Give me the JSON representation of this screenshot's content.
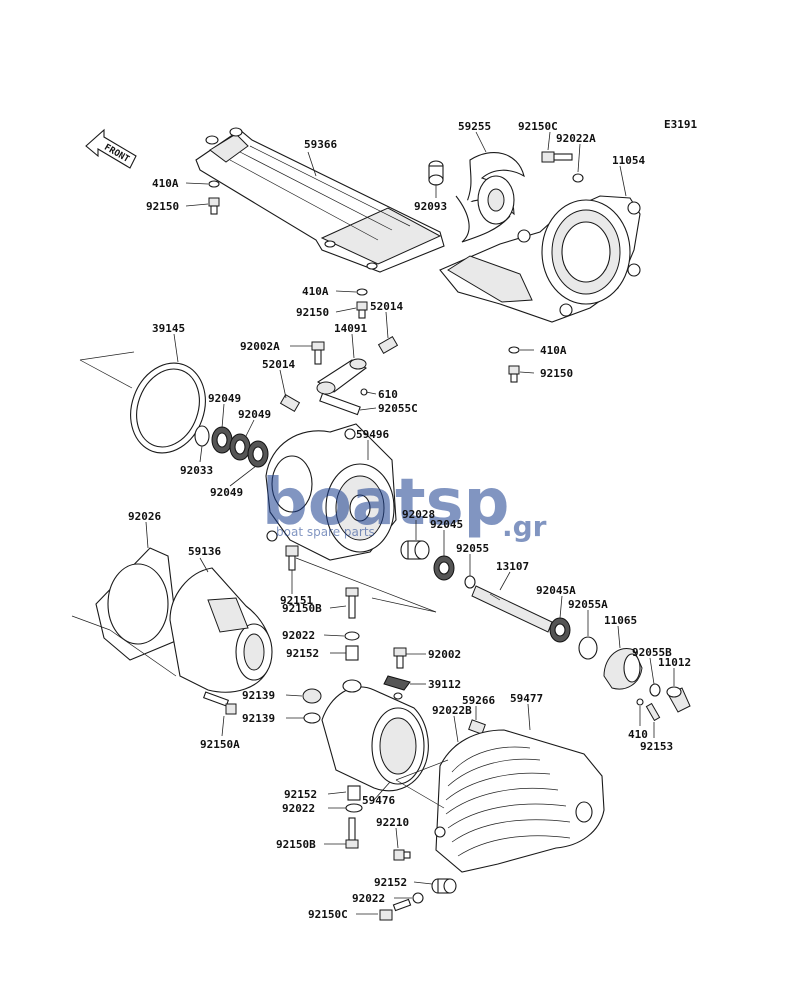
{
  "diagram_code": "E3191",
  "front_label": "FRONT",
  "watermark": {
    "brand": "boatsp",
    "tld": ".gr",
    "tagline": "boat spare parts"
  },
  "labels": [
    {
      "id": "59366",
      "text": "59366"
    },
    {
      "id": "410A-1",
      "text": "410A"
    },
    {
      "id": "92150-1",
      "text": "92150"
    },
    {
      "id": "59255",
      "text": "59255"
    },
    {
      "id": "92150C-1",
      "text": "92150C"
    },
    {
      "id": "92022A",
      "text": "92022A"
    },
    {
      "id": "11054",
      "text": "11054"
    },
    {
      "id": "92093",
      "text": "92093"
    },
    {
      "id": "410A-2",
      "text": "410A"
    },
    {
      "id": "92150-2",
      "text": "92150"
    },
    {
      "id": "52014-1",
      "text": "52014"
    },
    {
      "id": "14091",
      "text": "14091"
    },
    {
      "id": "39145",
      "text": "39145"
    },
    {
      "id": "92002A",
      "text": "92002A"
    },
    {
      "id": "52014-2",
      "text": "52014"
    },
    {
      "id": "410A-3",
      "text": "410A"
    },
    {
      "id": "92150-3",
      "text": "92150"
    },
    {
      "id": "610",
      "text": "610"
    },
    {
      "id": "92055C",
      "text": "92055C"
    },
    {
      "id": "92049-1",
      "text": "92049"
    },
    {
      "id": "92049-2",
      "text": "92049"
    },
    {
      "id": "92033",
      "text": "92033"
    },
    {
      "id": "92049-3",
      "text": "92049"
    },
    {
      "id": "59496",
      "text": "59496"
    },
    {
      "id": "92026",
      "text": "92026"
    },
    {
      "id": "92028",
      "text": "92028"
    },
    {
      "id": "92045",
      "text": "92045"
    },
    {
      "id": "92055",
      "text": "92055"
    },
    {
      "id": "59136",
      "text": "59136"
    },
    {
      "id": "13107",
      "text": "13107"
    },
    {
      "id": "92151",
      "text": "92151"
    },
    {
      "id": "92150B-1",
      "text": "92150B"
    },
    {
      "id": "92045A",
      "text": "92045A"
    },
    {
      "id": "92055A",
      "text": "92055A"
    },
    {
      "id": "11065",
      "text": "11065"
    },
    {
      "id": "92022-1",
      "text": "92022"
    },
    {
      "id": "92152-1",
      "text": "92152"
    },
    {
      "id": "92002",
      "text": "92002"
    },
    {
      "id": "92055B",
      "text": "92055B"
    },
    {
      "id": "11012",
      "text": "11012"
    },
    {
      "id": "92139-1",
      "text": "92139"
    },
    {
      "id": "39112",
      "text": "39112"
    },
    {
      "id": "59266",
      "text": "59266"
    },
    {
      "id": "59477",
      "text": "59477"
    },
    {
      "id": "92139-2",
      "text": "92139"
    },
    {
      "id": "92022B",
      "text": "92022B"
    },
    {
      "id": "92150A",
      "text": "92150A"
    },
    {
      "id": "410-1",
      "text": "410"
    },
    {
      "id": "92153",
      "text": "92153"
    },
    {
      "id": "92152-2",
      "text": "92152"
    },
    {
      "id": "59476",
      "text": "59476"
    },
    {
      "id": "92022-2",
      "text": "92022"
    },
    {
      "id": "92210",
      "text": "92210"
    },
    {
      "id": "92150B-2",
      "text": "92150B"
    },
    {
      "id": "92152-3",
      "text": "92152"
    },
    {
      "id": "92022-3",
      "text": "92022"
    },
    {
      "id": "92150C-2",
      "text": "92150C"
    }
  ]
}
